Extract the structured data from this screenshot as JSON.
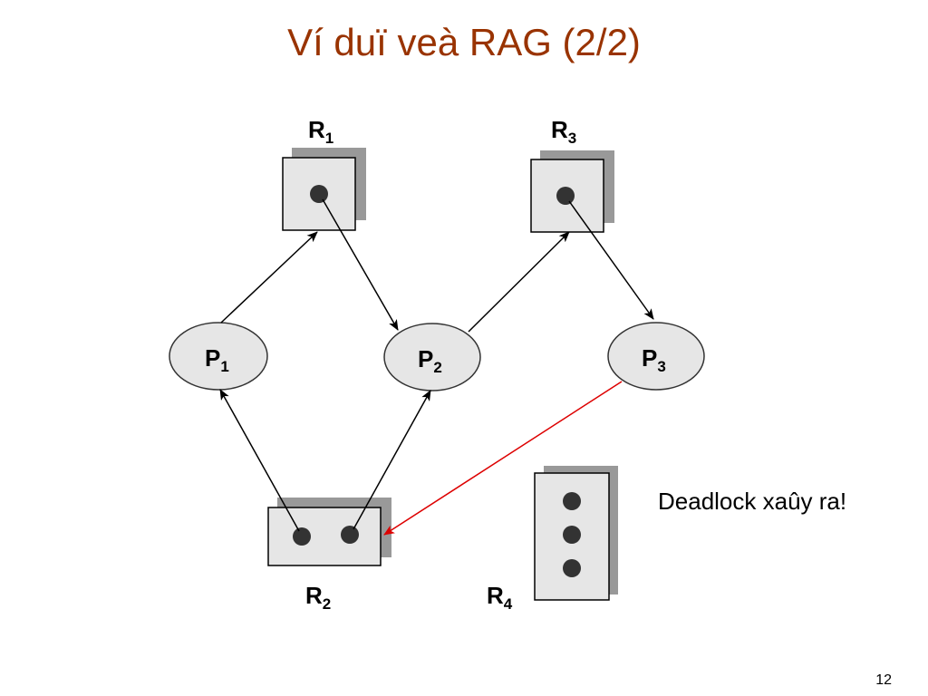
{
  "slide": {
    "title": "Ví duï veà RAG (2/2)",
    "page_number": "12",
    "note": "Deadlock xaûy ra!"
  },
  "diagram": {
    "processes": [
      {
        "id": "P1",
        "base": "P",
        "subscript": "1"
      },
      {
        "id": "P2",
        "base": "P",
        "subscript": "2"
      },
      {
        "id": "P3",
        "base": "P",
        "subscript": "3"
      }
    ],
    "resources": [
      {
        "id": "R1",
        "base": "R",
        "subscript": "1",
        "instances": 1
      },
      {
        "id": "R2",
        "base": "R",
        "subscript": "2",
        "instances": 2
      },
      {
        "id": "R3",
        "base": "R",
        "subscript": "3",
        "instances": 1
      },
      {
        "id": "R4",
        "base": "R",
        "subscript": "4",
        "instances": 3
      }
    ],
    "edges": [
      {
        "from": "P1",
        "to": "R1",
        "kind": "request"
      },
      {
        "from": "R1",
        "to": "P2",
        "kind": "assignment"
      },
      {
        "from": "P2",
        "to": "R3",
        "kind": "request"
      },
      {
        "from": "R3",
        "to": "P3",
        "kind": "assignment"
      },
      {
        "from": "R2",
        "to": "P1",
        "kind": "assignment"
      },
      {
        "from": "R2",
        "to": "P2",
        "kind": "assignment"
      },
      {
        "from": "P3",
        "to": "R2",
        "kind": "request",
        "highlight": true
      }
    ],
    "colors": {
      "title": "#993300",
      "node_fill": "#e6e6e6",
      "shadow": "#999999",
      "highlight_edge": "#dd0000",
      "edge": "#000000"
    }
  }
}
